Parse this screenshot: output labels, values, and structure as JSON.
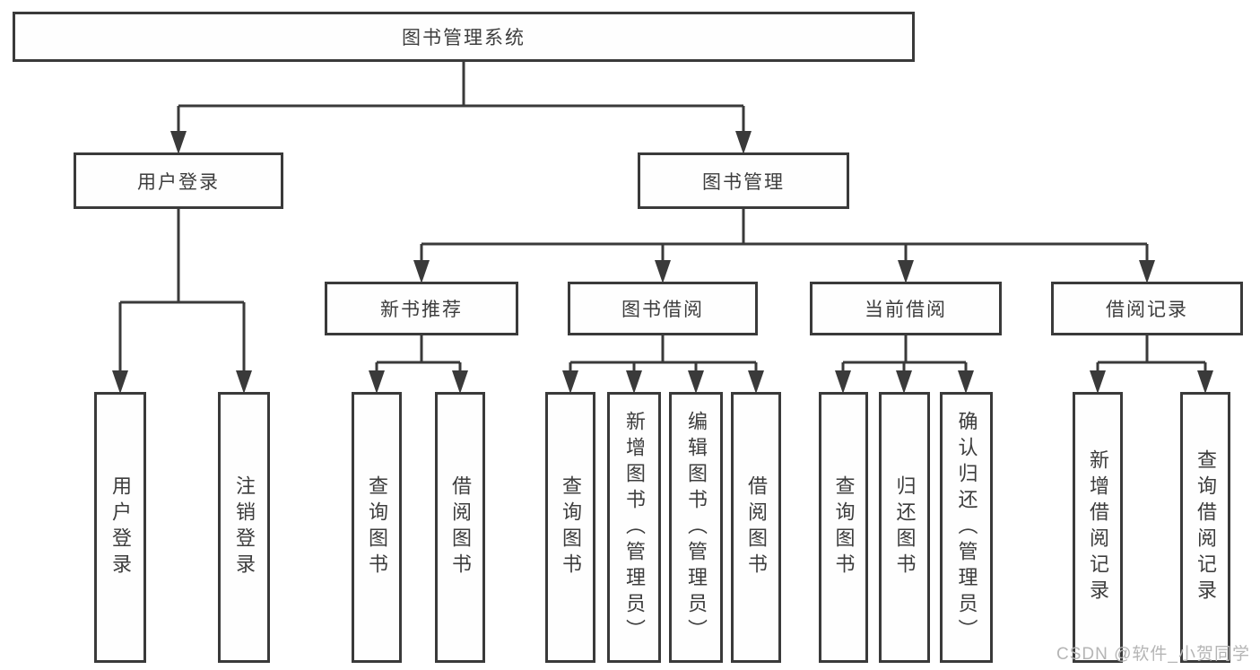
{
  "tree": {
    "root": {
      "label": "图书管理系统"
    },
    "branches": [
      {
        "label": "用户登录",
        "leaves": [
          {
            "label": "用户登录"
          },
          {
            "label": "注销登录"
          }
        ]
      },
      {
        "label": "图书管理",
        "sections": [
          {
            "label": "新书推荐",
            "leaves": [
              {
                "label": "查询图书"
              },
              {
                "label": "借阅图书"
              }
            ]
          },
          {
            "label": "图书借阅",
            "leaves": [
              {
                "label": "查询图书"
              },
              {
                "label": "新增图书（管理员）"
              },
              {
                "label": "编辑图书（管理员）"
              },
              {
                "label": "借阅图书"
              }
            ]
          },
          {
            "label": "当前借阅",
            "leaves": [
              {
                "label": "查询图书"
              },
              {
                "label": "归还图书"
              },
              {
                "label": "确认归还（管理员）"
              }
            ]
          },
          {
            "label": "借阅记录",
            "leaves": [
              {
                "label": "新增借阅记录"
              },
              {
                "label": "查询借阅记录"
              }
            ]
          }
        ]
      }
    ]
  },
  "watermark": {
    "text": "CSDN @软件_小贺同学"
  },
  "colors": {
    "line": "#3a3a3a",
    "box_border": "#3a3a3a",
    "text": "#3d3d3d",
    "watermark": "#b5b5b5",
    "background": "#ffffff"
  }
}
